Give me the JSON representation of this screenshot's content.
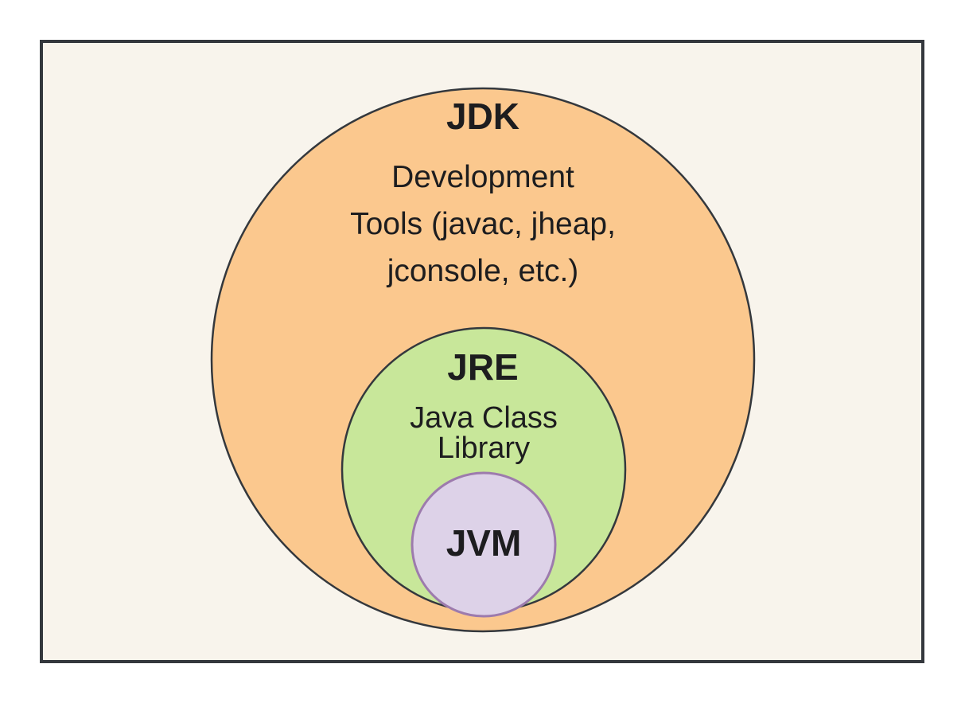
{
  "canvas": {
    "page_background": "#ffffff",
    "frame_fill": "#f8f4ec",
    "frame_stroke": "#34383d",
    "text_color": "#1d1d1f"
  },
  "diagram": {
    "jdk": {
      "title": "JDK",
      "description": [
        "Development",
        "Tools (javac, jheap,",
        "jconsole, etc.)"
      ],
      "fill": "#fbc88e",
      "stroke": "#34383d"
    },
    "jre": {
      "title": "JRE",
      "description": [
        "Java Class",
        "Library"
      ],
      "fill": "#c8e79a",
      "stroke": "#34383d"
    },
    "jvm": {
      "title": "JVM",
      "fill": "#ddd2e8",
      "stroke": "#9d7bad"
    }
  }
}
